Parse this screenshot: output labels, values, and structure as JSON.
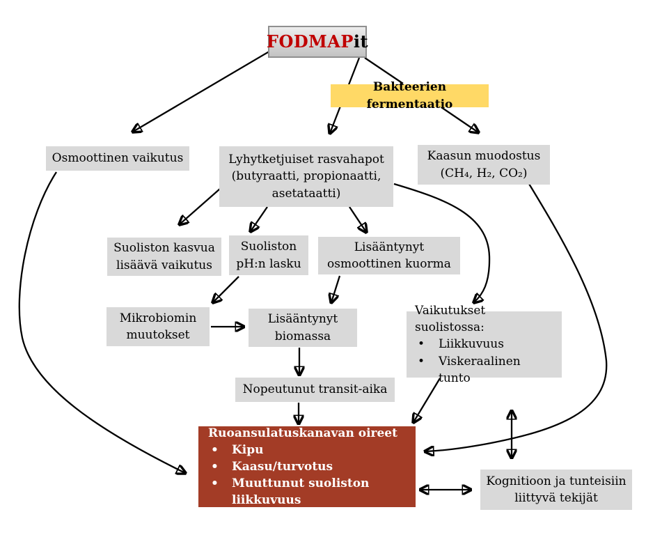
{
  "colors": {
    "box_gray": "#d9d9d9",
    "box_yellow": "#ffd966",
    "box_dark_red": "#a33c26",
    "fodmap_red": "#c00000",
    "arrow_black": "#000000"
  },
  "bullet": "•",
  "nodes": {
    "fodmap": {
      "highlight": "FODMAP",
      "rest": "it"
    },
    "bacterial_fermentation": {
      "label": "Bakteerien fermentaatio"
    },
    "osmotic_effect": {
      "label": "Osmoottinen vaikutus"
    },
    "short_chain_fatty_acids": {
      "lines": [
        "Lyhytketjuiset rasvahapot",
        "(butyraatti, propionaatti,",
        "asetataatti)"
      ]
    },
    "gas_formation": {
      "lines": [
        "Kaasun muodostus",
        "(CH₄, H₂, CO₂)"
      ]
    },
    "gut_growth_effect": {
      "lines": [
        "Suoliston kasvua",
        "lisäävä vaikutus"
      ]
    },
    "ph_drop": {
      "lines": [
        "Suoliston",
        "pH:n lasku"
      ]
    },
    "osmotic_load": {
      "lines": [
        "Lisääntynyt",
        "osmoottinen kuorma"
      ]
    },
    "microbiome_changes": {
      "lines": [
        "Mikrobiomin",
        "muutokset"
      ]
    },
    "increased_biomass": {
      "lines": [
        "Lisääntynyt",
        "biomassa"
      ]
    },
    "gut_effects": {
      "title": "Vaikutukset suolistossa:",
      "bullets": [
        "Liikkuvuus",
        "Viskeraalinen tunto"
      ]
    },
    "faster_transit": {
      "label": "Nopeutunut transit-aika"
    },
    "gi_symptoms": {
      "title": "Ruoansulatuskanavan oireet",
      "bullets": [
        "Kipu",
        "Kaasu/turvotus",
        "Muuttunut suoliston liikkuvuus"
      ]
    },
    "cognition_emotion": {
      "lines": [
        "Kognitioon ja tunteisiin",
        "liittyvä tekijät"
      ]
    }
  }
}
